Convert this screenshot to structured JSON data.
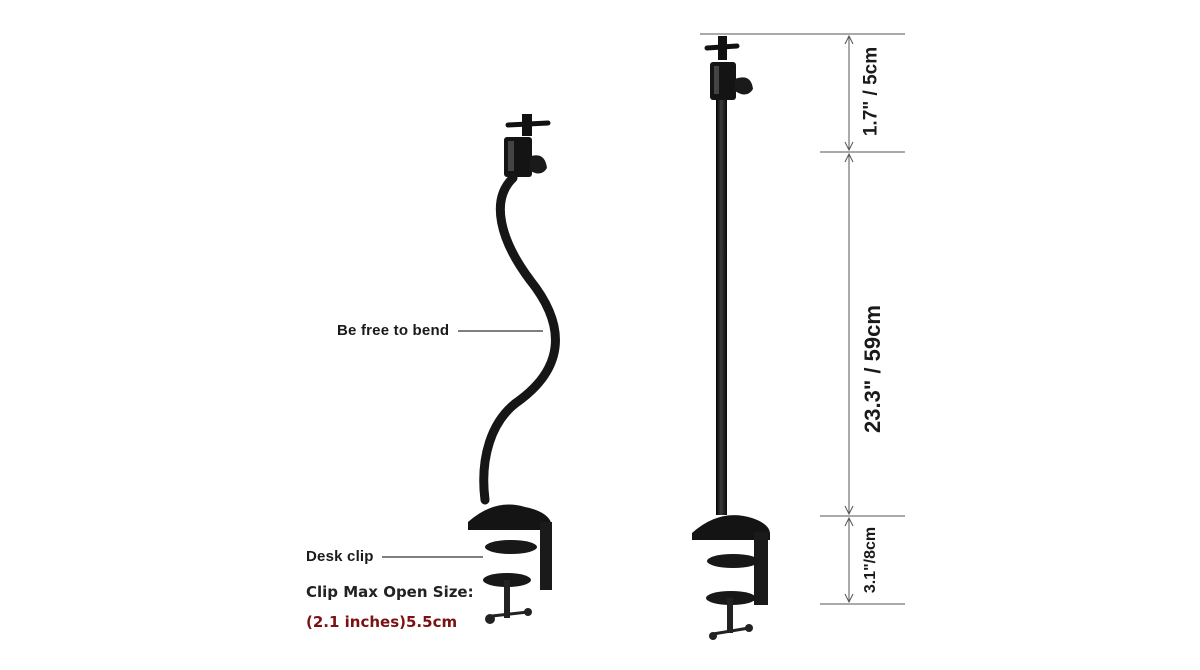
{
  "labels": {
    "bend": "Be free to bend",
    "desk_clip": "Desk clip",
    "clip_max_title": "Clip Max Open Size:",
    "clip_max_value": "(2.1 inches)5.5cm"
  },
  "dimensions": {
    "top": "1.7\" / 5cm",
    "middle": "23.3\" / 59cm",
    "bottom": "3.1\"/8cm"
  },
  "colors": {
    "accent": "#7a1212",
    "ink": "#1a1a1a",
    "arm": "#161616"
  }
}
